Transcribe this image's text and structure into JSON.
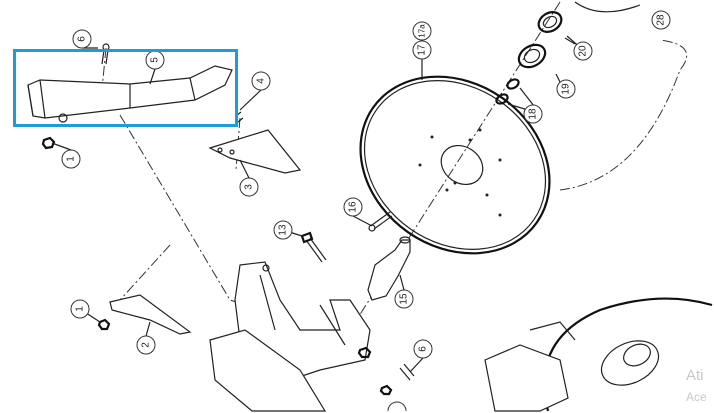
{
  "diagram": {
    "callouts": [
      {
        "id": "c6a",
        "label": "6"
      },
      {
        "id": "c5",
        "label": "5"
      },
      {
        "id": "c4",
        "label": "4"
      },
      {
        "id": "c1a",
        "label": "1"
      },
      {
        "id": "c3",
        "label": "3"
      },
      {
        "id": "c17a",
        "label": "17a"
      },
      {
        "id": "c17",
        "label": "17"
      },
      {
        "id": "c20",
        "label": "20"
      },
      {
        "id": "c28",
        "label": "28"
      },
      {
        "id": "c19",
        "label": "19"
      },
      {
        "id": "c18",
        "label": "18"
      },
      {
        "id": "c16",
        "label": "16"
      },
      {
        "id": "c13",
        "label": "13"
      },
      {
        "id": "c15",
        "label": "15"
      },
      {
        "id": "c1b",
        "label": "1"
      },
      {
        "id": "c2",
        "label": "2"
      },
      {
        "id": "c6b",
        "label": "6"
      }
    ],
    "highlight_color": "#1f9bd7"
  },
  "watermark": {
    "line1": "Ati",
    "line2": "Ace"
  }
}
